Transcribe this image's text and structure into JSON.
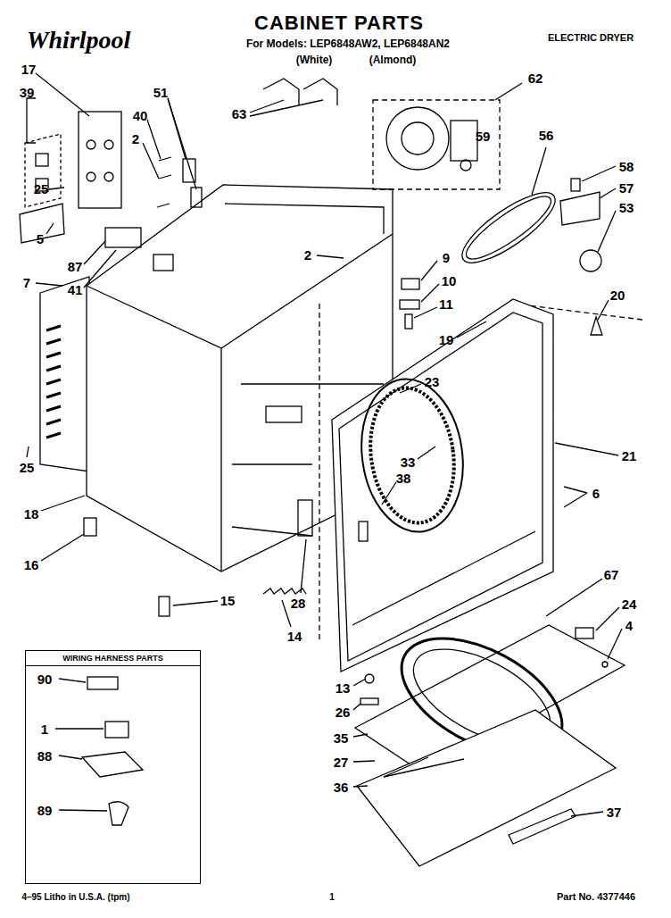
{
  "diagram": {
    "title": "CABINET PARTS",
    "nodes": [
      {
        "text": [
          "WIRING HARNESS PARTS"
        ]
      }
    ],
    "labels": [
      "Whirlpool",
      "For Models: LEP6848AW2, LEP6848AN2",
      "(White)",
      "(Almond)",
      "ELECTRIC DRYER",
      "17",
      "39",
      "51",
      "40",
      "2",
      "25",
      "5",
      "87",
      "41",
      "7",
      "62",
      "59",
      "63",
      "56",
      "58",
      "57",
      "53",
      "2",
      "9",
      "10",
      "11",
      "19",
      "20",
      "23",
      "33",
      "38",
      "21",
      "6",
      "25",
      "18",
      "16",
      "28",
      "14",
      "15",
      "67",
      "24",
      "4",
      "13",
      "26",
      "35",
      "27",
      "36",
      "37",
      "90",
      "1",
      "88",
      "89",
      "4–95 Litho in U.S.A. (tpm)",
      "1",
      "Part No. 4377446"
    ]
  }
}
